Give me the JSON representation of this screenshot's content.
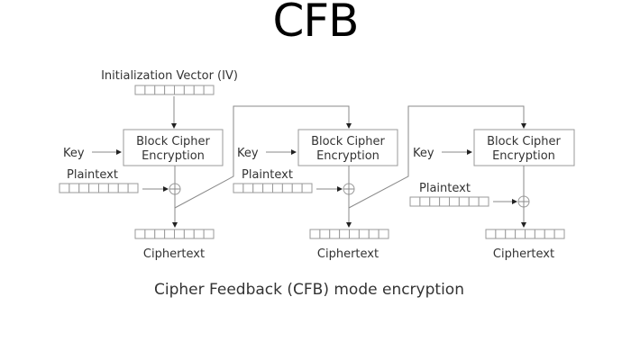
{
  "title": "CFB",
  "diagram": {
    "iv_label": "Initialization Vector (IV)",
    "register_cells": 8,
    "caption": "Cipher Feedback (CFB) mode encryption",
    "stages": [
      {
        "block_line1": "Block Cipher",
        "block_line2": "Encryption",
        "key_label": "Key",
        "plaintext_label": "Plaintext",
        "ciphertext_label": "Ciphertext"
      },
      {
        "block_line1": "Block Cipher",
        "block_line2": "Encryption",
        "key_label": "Key",
        "plaintext_label": "Plaintext",
        "ciphertext_label": "Ciphertext"
      },
      {
        "block_line1": "Block Cipher",
        "block_line2": "Encryption",
        "key_label": "Key",
        "plaintext_label": "Plaintext",
        "ciphertext_label": "Ciphertext"
      }
    ]
  }
}
